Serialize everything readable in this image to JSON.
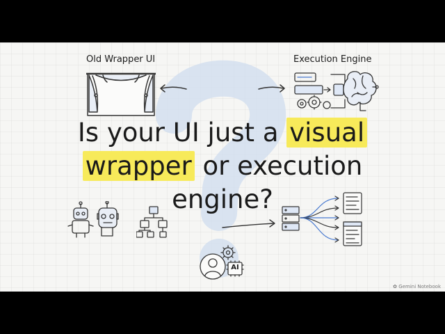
{
  "slide": {
    "labels": {
      "old_wrapper": "Old Wrapper UI",
      "execution_engine": "Execution Engine"
    },
    "headline": {
      "line1_prefix": "Is your UI just a ",
      "line1_highlight": "visual",
      "line2_highlight": "wrapper",
      "line2_suffix": " or execution",
      "line3": "engine?"
    },
    "ai_badge": "AI",
    "watermark": "Gemini Notebook",
    "colors": {
      "highlight": "#f7ea5a",
      "question_mark": "#cfdcef",
      "ink": "#1a1a1a",
      "accent_blue": "#4a7bd0"
    },
    "icons": [
      "curtain-icon",
      "left-arrow-icon",
      "right-arrow-icon",
      "execution-engine-icon",
      "robots-icon",
      "hierarchy-icon",
      "pipeline-icon",
      "user-ai-icon",
      "question-mark-background"
    ]
  }
}
